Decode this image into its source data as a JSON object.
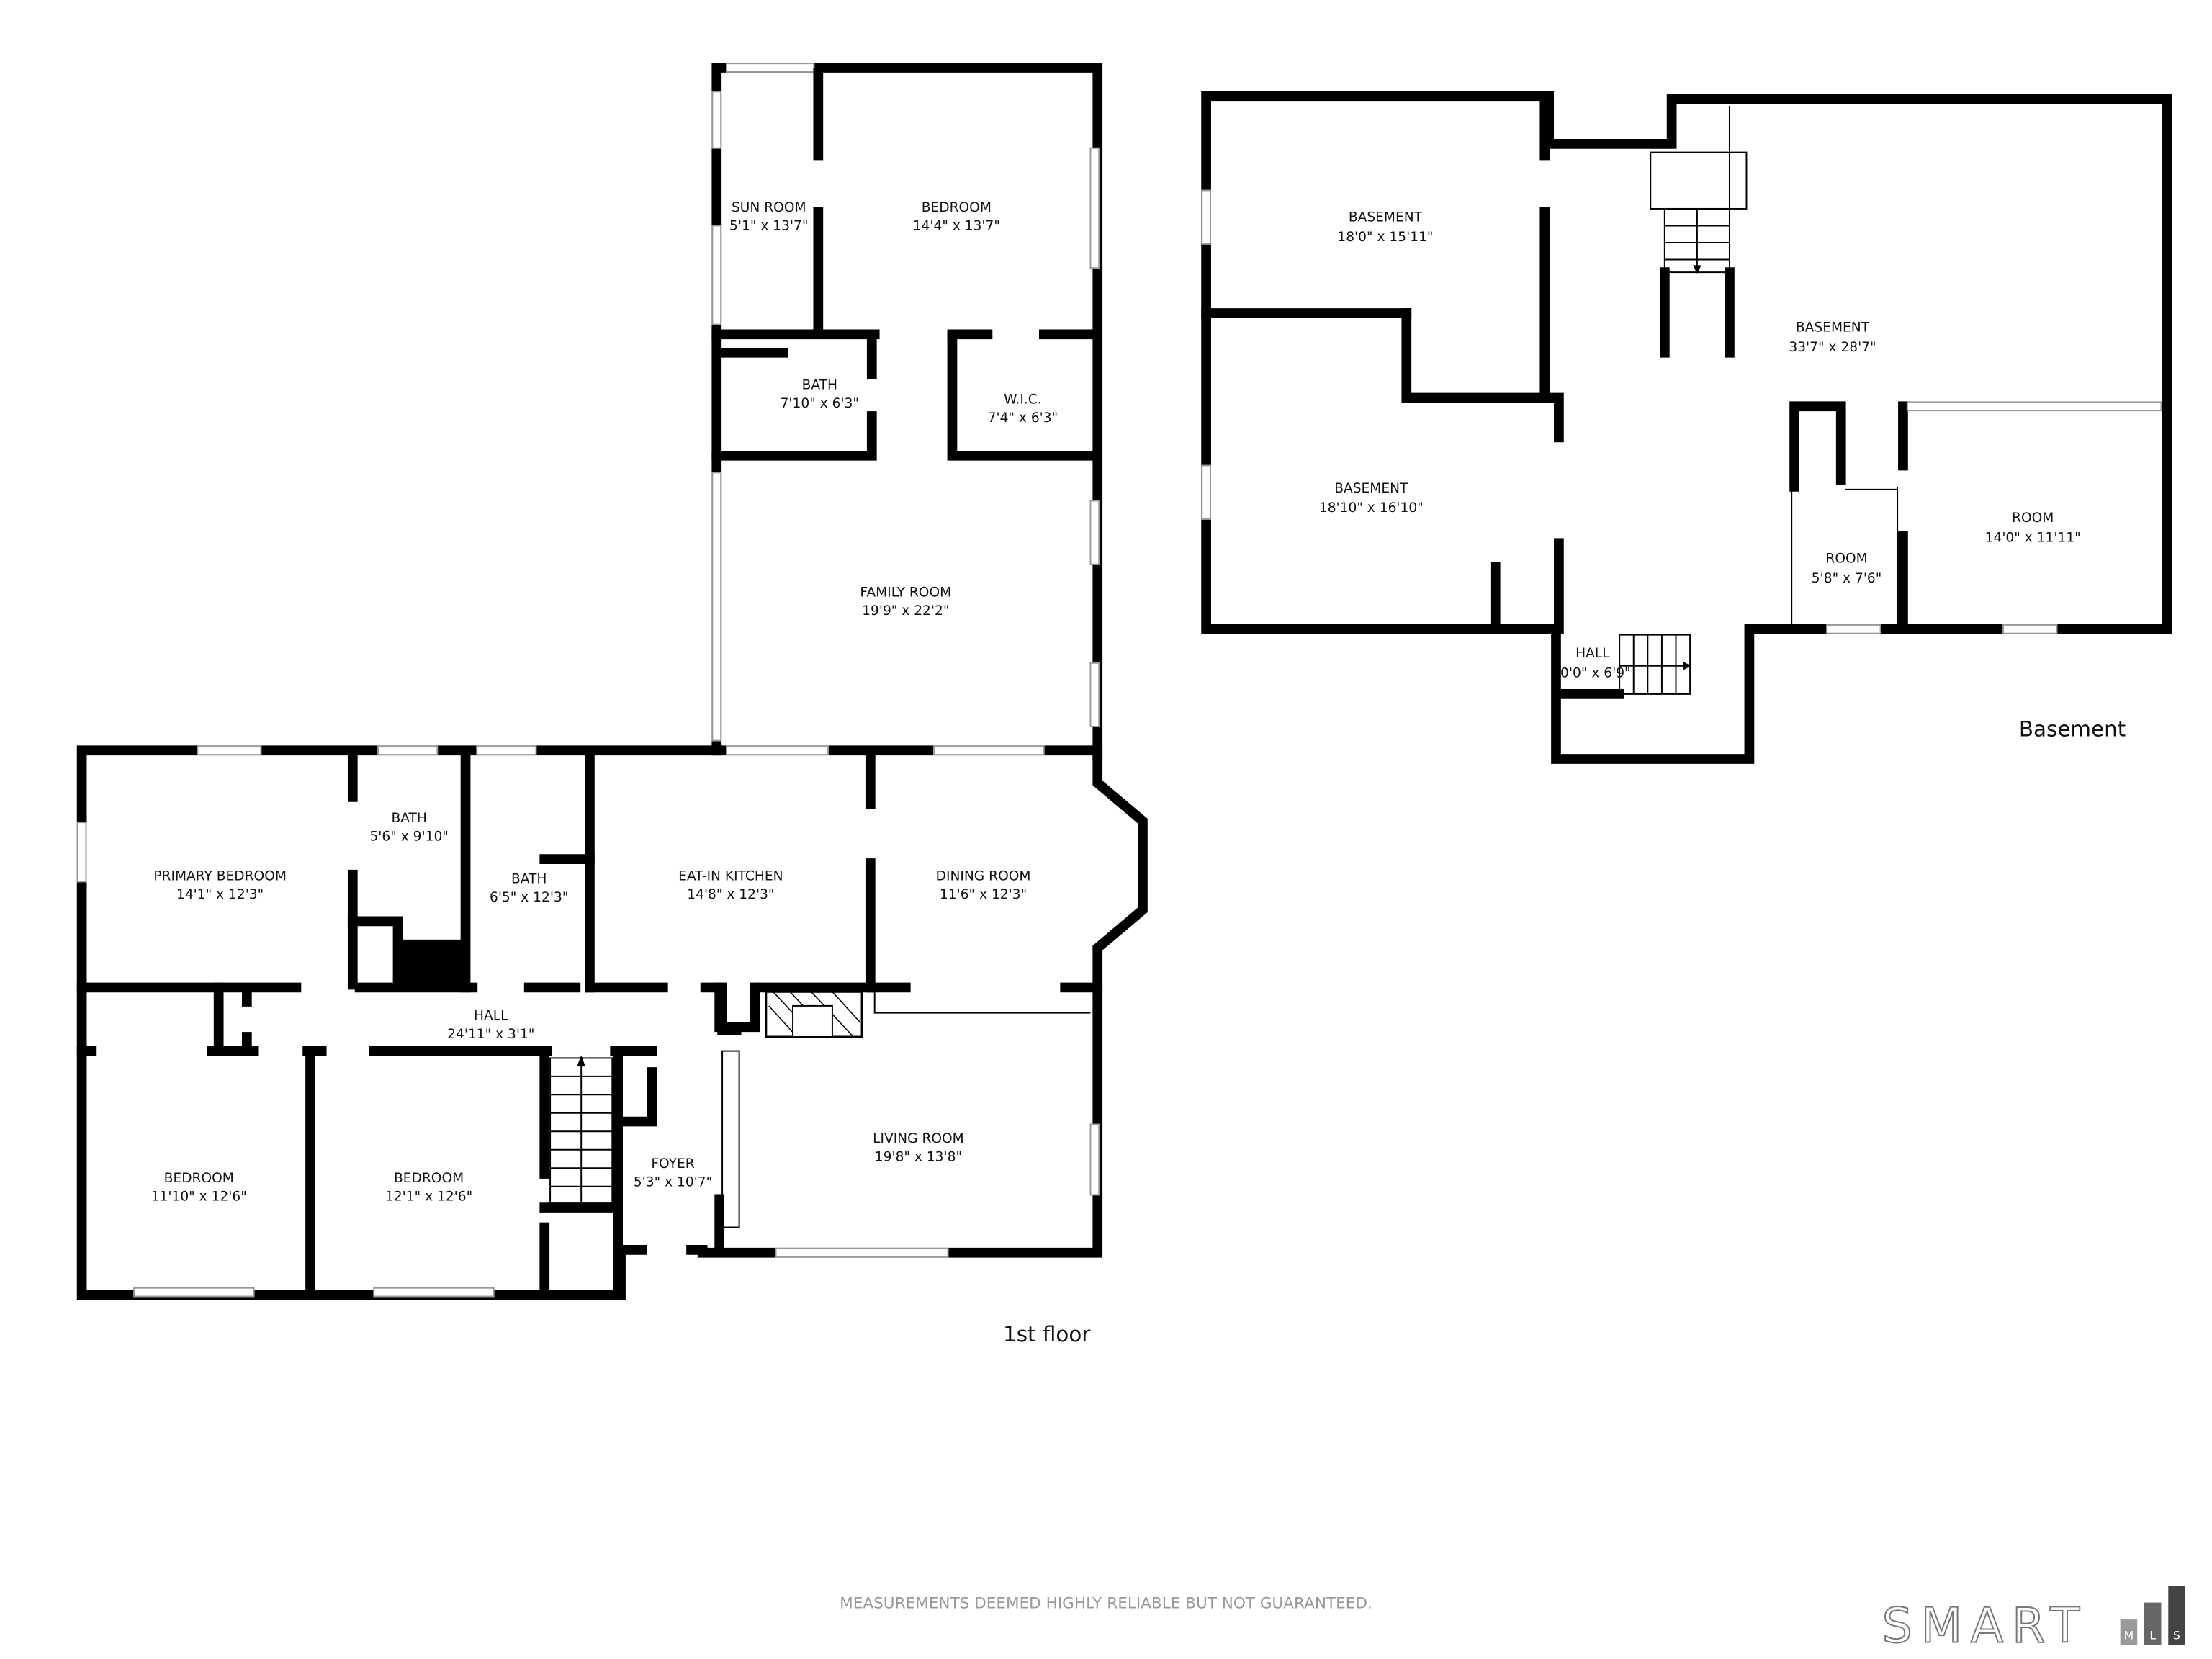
{
  "first_floor": {
    "label": "1st floor",
    "rooms": [
      {
        "name": "SUN ROOM",
        "size": "5'1\" x 13'7\""
      },
      {
        "name": "BEDROOM",
        "size": "14'4\" x 13'7\""
      },
      {
        "name": "BATH",
        "size": "7'10\" x 6'3\""
      },
      {
        "name": "W.I.C.",
        "size": "7'4\" x 6'3\""
      },
      {
        "name": "FAMILY ROOM",
        "size": "19'9\" x 22'2\""
      },
      {
        "name": "PRIMARY BEDROOM",
        "size": "14'1\" x 12'3\""
      },
      {
        "name": "BATH",
        "size": "5'6\" x 9'10\""
      },
      {
        "name": "BATH",
        "size": "6'5\" x 12'3\""
      },
      {
        "name": "EAT-IN KITCHEN",
        "size": "14'8\" x 12'3\""
      },
      {
        "name": "DINING ROOM",
        "size": "11'6\" x 12'3\""
      },
      {
        "name": "HALL",
        "size": "24'11\" x 3'1\""
      },
      {
        "name": "BEDROOM",
        "size": "11'10\" x 12'6\""
      },
      {
        "name": "BEDROOM",
        "size": "12'1\" x 12'6\""
      },
      {
        "name": "FOYER",
        "size": "5'3\" x 10'7\""
      },
      {
        "name": "LIVING ROOM",
        "size": "19'8\" x 13'8\""
      }
    ]
  },
  "basement": {
    "label": "Basement",
    "rooms": [
      {
        "name": "BASEMENT",
        "size": "18'0\" x 15'11\""
      },
      {
        "name": "BASEMENT",
        "size": "18'10\" x 16'10\""
      },
      {
        "name": "BASEMENT",
        "size": "33'7\" x 28'7\""
      },
      {
        "name": "ROOM",
        "size": "5'8\" x 7'6\""
      },
      {
        "name": "ROOM",
        "size": "14'0\" x 11'11\""
      },
      {
        "name": "HALL",
        "size": "0'0\" x 6'9\""
      }
    ]
  },
  "footer": {
    "disclaimer": "MEASUREMENTS DEEMED HIGHLY RELIABLE BUT NOT GUARANTEED.",
    "logo_text": "SMART",
    "logo_bars": [
      "M",
      "L",
      "S"
    ]
  }
}
